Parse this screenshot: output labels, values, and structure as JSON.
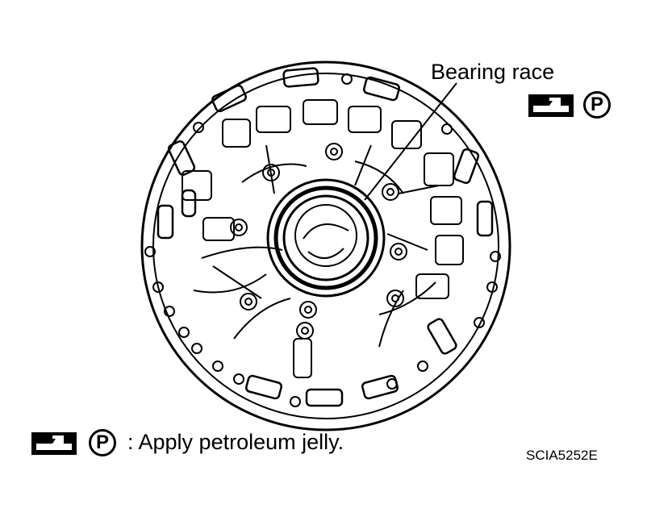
{
  "labels": {
    "bearing_race": "Bearing race",
    "legend_text": ": Apply petroleum jelly.",
    "figure_code": "SCIA5252E"
  },
  "icons": {
    "jelly_icon": "petroleum-jelly-applicator-icon",
    "p_badge": "P"
  }
}
